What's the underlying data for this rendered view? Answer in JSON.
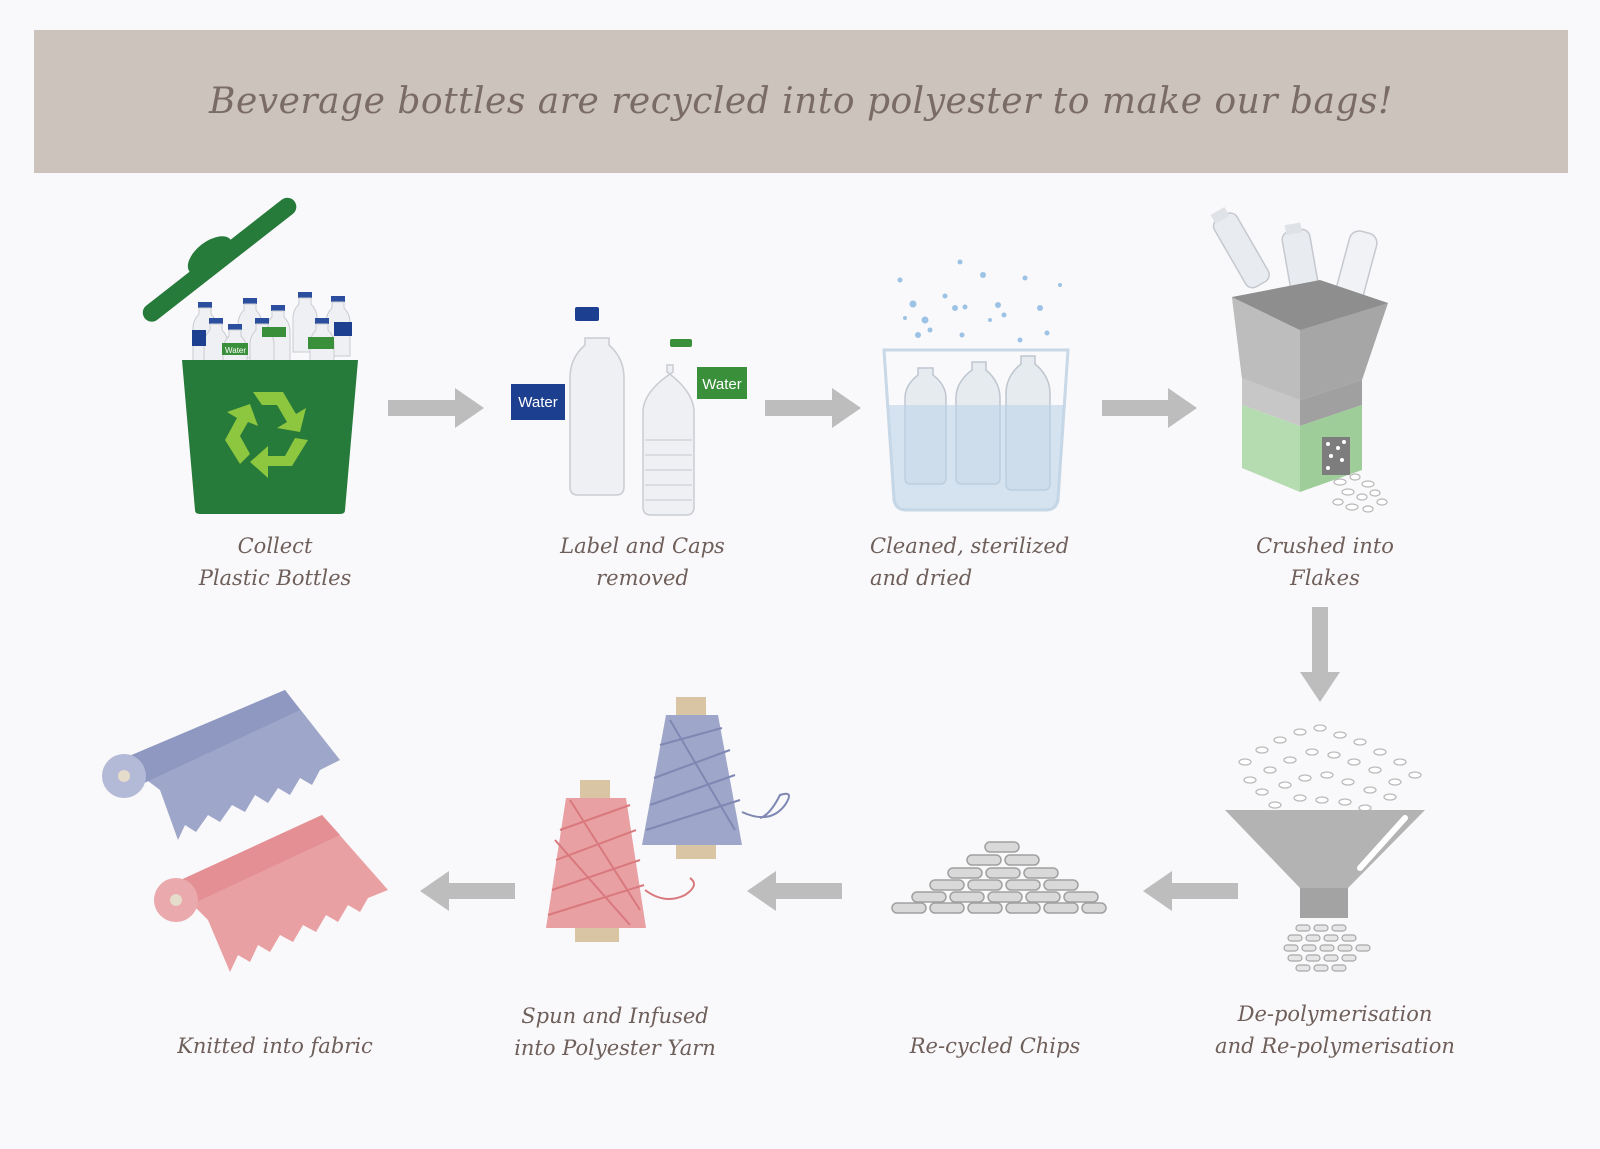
{
  "title": "Beverage bottles are recycled into polyester to make our bags!",
  "steps": [
    {
      "line1": "Collect",
      "line2": "Plastic Bottles"
    },
    {
      "line1": "Label and Caps",
      "line2": "removed"
    },
    {
      "line1": "Cleaned, sterilized",
      "line2": "and dried"
    },
    {
      "line1": "Crushed into",
      "line2": "Flakes"
    },
    {
      "line1": "De-polymerisation",
      "line2": "and Re-polymerisation"
    },
    {
      "line1": "Re-cycled Chips",
      "line2": ""
    },
    {
      "line1": "Spun and Infused",
      "line2": "into Polyester Yarn"
    },
    {
      "line1": "Knitted into fabric",
      "line2": ""
    }
  ],
  "labels": {
    "water_blue": "Water",
    "water_green": "Water",
    "bin_bottle_label": "Water"
  },
  "colors": {
    "banner": "#ccc3bd",
    "title_text": "#7a6b66",
    "arrow": "#bdbdbd",
    "bin_green": "#267a3a",
    "recycle_green": "#8dc63f",
    "label_blue": "#1d3f8f",
    "label_green": "#3a8f3a",
    "gray_machine": "#a8a8a8",
    "crusher_green": "#b5dcb0",
    "yarn_pink": "#e9a0a3",
    "yarn_blue": "#9ea6c9",
    "spool_tan": "#d9c4a3"
  },
  "icons": [
    "recycle-bin-icon",
    "bottle-icon",
    "water-tank-icon",
    "crusher-icon",
    "funnel-icon",
    "chips-icon",
    "yarn-spool-icon",
    "fabric-roll-icon",
    "arrow-icon"
  ]
}
